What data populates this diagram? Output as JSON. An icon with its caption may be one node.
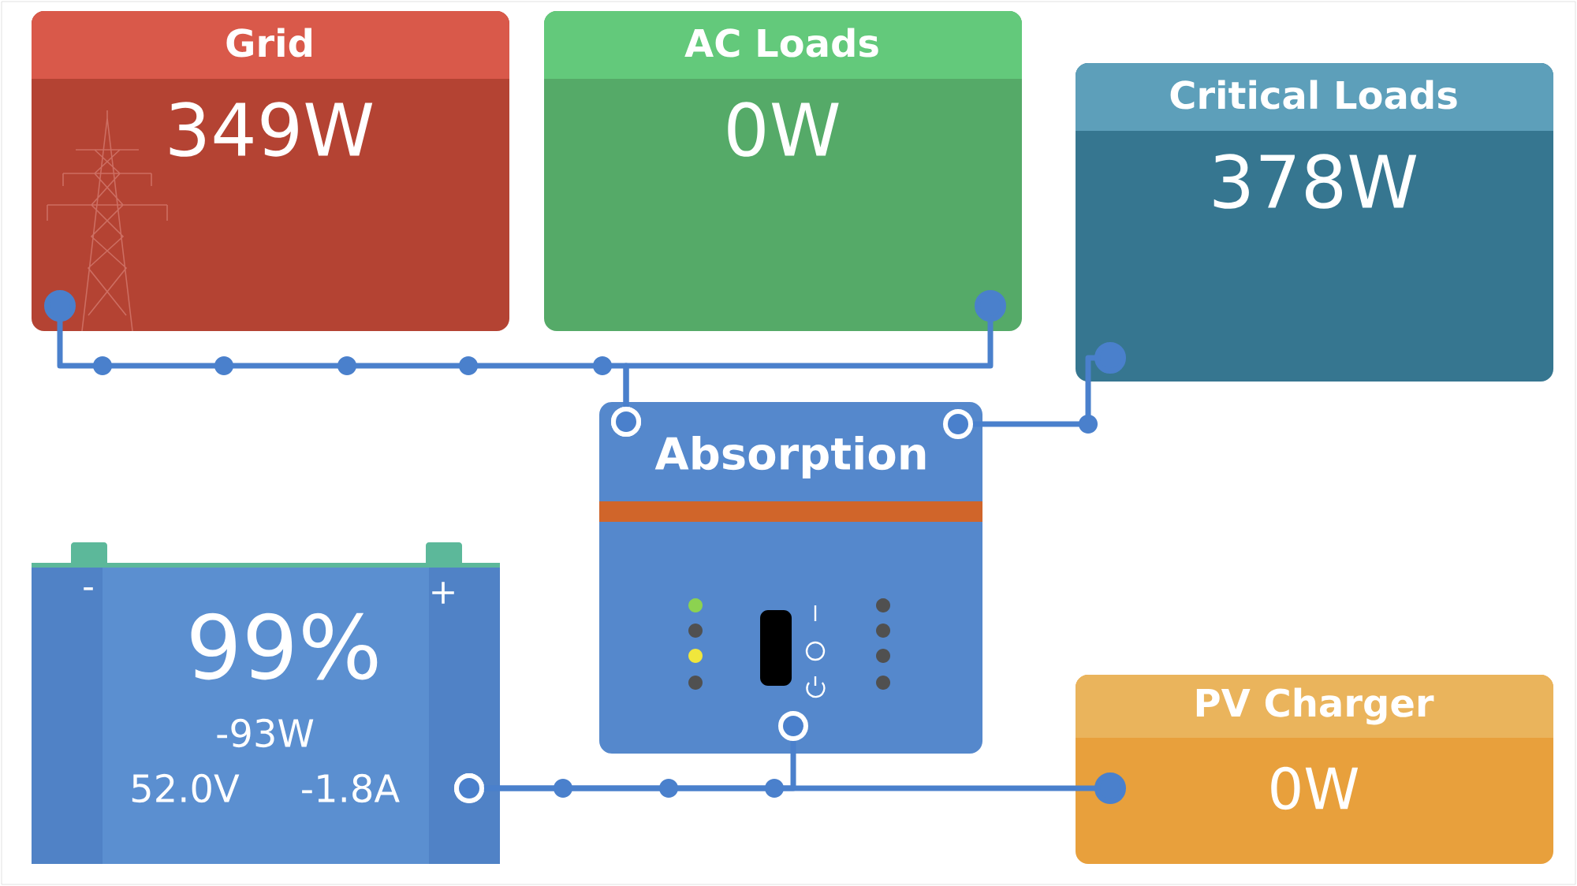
{
  "diagram": {
    "nodes": [
      {
        "text": [
          "Grid",
          "349W"
        ]
      },
      {
        "text": [
          "AC Loads",
          "0W"
        ]
      },
      {
        "text": [
          "Critical Loads",
          "378W"
        ]
      },
      {
        "text": [
          "Absorption"
        ]
      },
      {
        "text": [
          "-",
          "+",
          "99%",
          "-93W",
          "52.0V",
          "-1.8A"
        ]
      },
      {
        "text": [
          "PV Charger",
          "0W"
        ]
      }
    ],
    "edges": [
      {
        "from": 0,
        "to": 3,
        "arrow": "other"
      },
      {
        "from": 1,
        "to": 3,
        "arrow": "other"
      },
      {
        "from": 3,
        "to": 2,
        "arrow": "other"
      },
      {
        "from": 3,
        "to": 4,
        "arrow": "other"
      },
      {
        "from": 5,
        "to": 4,
        "arrow": "other"
      }
    ]
  }
}
